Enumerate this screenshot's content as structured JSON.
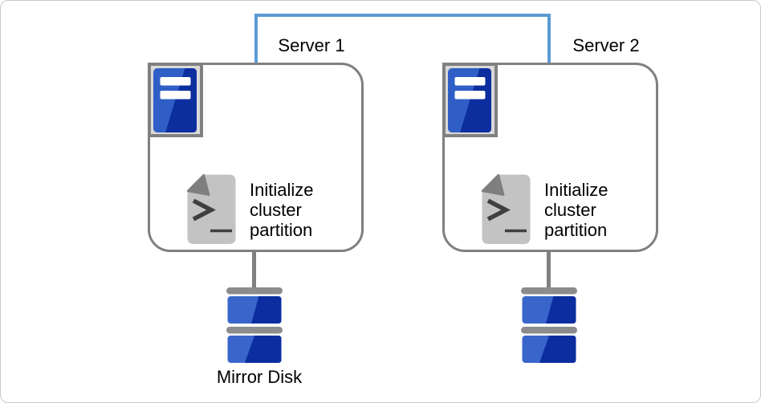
{
  "colors": {
    "interconnect": "#5b9bd5",
    "box_border": "#808080",
    "icon_frame_bg": "#d9d9d9",
    "icon_blue_light": "#2f5fc6",
    "icon_blue_dark": "#0c2e9e",
    "disk_blue_light": "#3a66cb",
    "disk_blue_dark": "#0b2da0",
    "disk_bar_gray": "#8c8c8c",
    "script_page": "#c3c3c3",
    "script_fold": "#7f7f7f",
    "script_glyph": "#3f3f3f",
    "text": "#000000"
  },
  "icons": {
    "server": "server-tower-icon",
    "script": "shell-script-icon",
    "disk": "disk-stack-icon",
    "interconnect": "interconnect-line",
    "disk_connector": "disk-connector-line"
  },
  "diagram": {
    "servers": [
      {
        "label": "Server 1",
        "script_caption_lines": [
          "Initialize",
          "cluster",
          "partition"
        ],
        "disk_caption": "Mirror Disk"
      },
      {
        "label": "Server 2",
        "script_caption_lines": [
          "Initialize",
          "cluster",
          "partition"
        ]
      }
    ]
  }
}
